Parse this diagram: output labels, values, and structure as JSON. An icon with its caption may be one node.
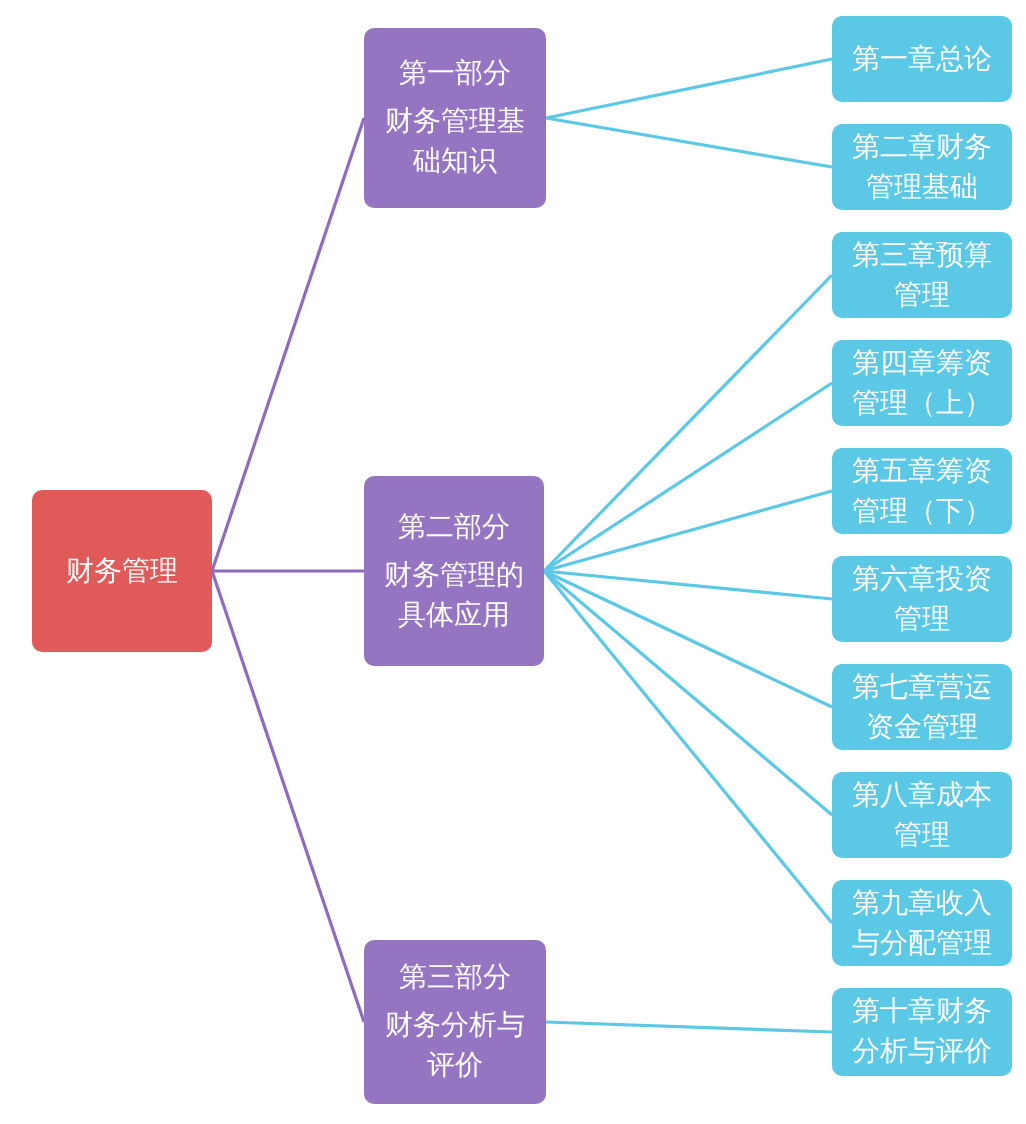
{
  "diagram": {
    "nodes": [
      {
        "text": [
          "财务管理"
        ]
      },
      {
        "text": [
          "第一部分",
          "财务管理基础知识"
        ]
      },
      {
        "text": [
          "第二部分",
          "财务管理的具体应用"
        ]
      },
      {
        "text": [
          "第三部分",
          "财务分析与评价"
        ]
      },
      {
        "text": [
          "第一章总论"
        ]
      },
      {
        "text": [
          "第二章财务管理基础"
        ]
      },
      {
        "text": [
          "第三章预算管理"
        ]
      },
      {
        "text": [
          "第四章筹资管理（上）"
        ]
      },
      {
        "text": [
          "第五章筹资管理（下）"
        ]
      },
      {
        "text": [
          "第六章投资管理"
        ]
      },
      {
        "text": [
          "第七章营运资金管理"
        ]
      },
      {
        "text": [
          "第八章成本管理"
        ]
      },
      {
        "text": [
          "第九章收入与分配管理"
        ]
      },
      {
        "text": [
          "第十章财务分析与评价"
        ]
      }
    ],
    "edges": [
      {
        "from": 0,
        "to": 1,
        "arrow": "none",
        "color": "#8e6bbf"
      },
      {
        "from": 0,
        "to": 2,
        "arrow": "none",
        "color": "#8e6bbf"
      },
      {
        "from": 0,
        "to": 3,
        "arrow": "none",
        "color": "#8e6bbf"
      },
      {
        "from": 1,
        "to": 4,
        "arrow": "none"
      },
      {
        "from": 1,
        "to": 5,
        "arrow": "none"
      },
      {
        "from": 2,
        "to": 6,
        "arrow": "none"
      },
      {
        "from": 2,
        "to": 7,
        "arrow": "none"
      },
      {
        "from": 2,
        "to": 8,
        "arrow": "none"
      },
      {
        "from": 2,
        "to": 9,
        "arrow": "none"
      },
      {
        "from": 2,
        "to": 10,
        "arrow": "none"
      },
      {
        "from": 2,
        "to": 11,
        "arrow": "none"
      },
      {
        "from": 2,
        "to": 12,
        "arrow": "none"
      },
      {
        "from": 3,
        "to": 13,
        "arrow": "none"
      }
    ]
  }
}
